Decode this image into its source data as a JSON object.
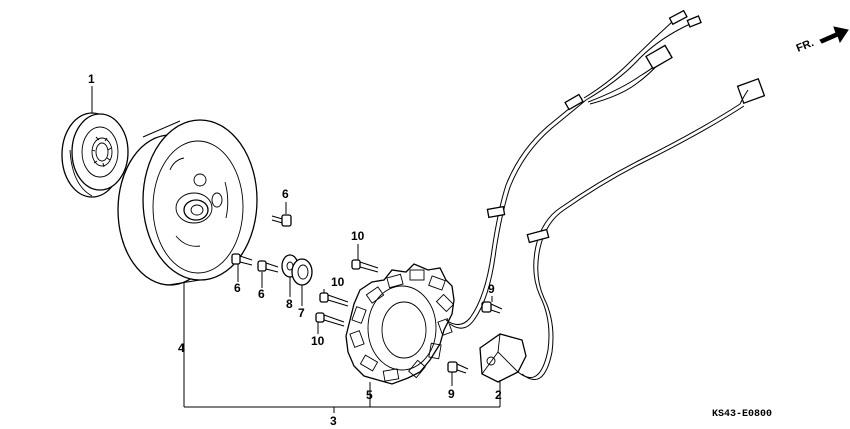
{
  "diagram": {
    "direction_label": "FR.",
    "drawing_code": "KS43-E0800",
    "callouts": {
      "c1": "1",
      "c2": "2",
      "c3": "3",
      "c4": "4",
      "c5": "5",
      "c6a": "6",
      "c6b": "6",
      "c6c": "6",
      "c7": "7",
      "c8": "8",
      "c9a": "9",
      "c9b": "9",
      "c10a": "10",
      "c10b": "10",
      "c10c": "10"
    }
  }
}
